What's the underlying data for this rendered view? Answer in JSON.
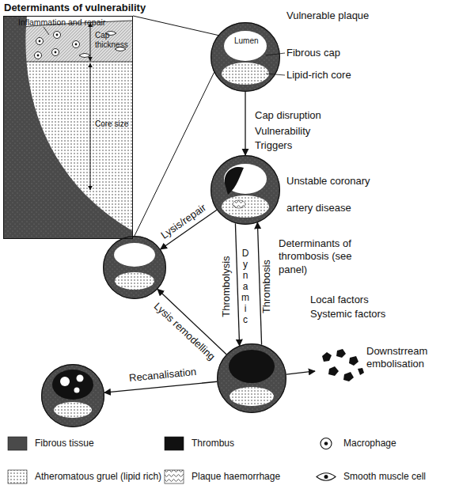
{
  "diagram": {
    "nodes": [
      {
        "text": [
          "Determinants of vulnerability",
          "Inflammation and repair",
          "Cap thickness",
          "Core size"
        ]
      },
      {
        "text": [
          "Vulnerable plaque",
          "Lumen",
          "Fibrous cap",
          "Lipid-rich core"
        ]
      },
      {
        "text": [
          "Unstable coronary artery disease"
        ]
      },
      {
        "text": []
      },
      {
        "text": []
      },
      {
        "text": []
      },
      {
        "text": [
          "Downstrream embolisation"
        ]
      }
    ],
    "edges": [
      {
        "from": 1,
        "to": 2,
        "arrow": "to",
        "label": "Cap disruption"
      },
      {
        "from": 2,
        "to": 3,
        "arrow": "to",
        "label": "Lysis/repair"
      },
      {
        "from": 2,
        "to": 4,
        "arrow": "to",
        "label": "Thrombolysis"
      },
      {
        "from": 4,
        "to": 2,
        "arrow": "to",
        "label": "Thrombosis"
      },
      {
        "from": 4,
        "to": 3,
        "arrow": "to",
        "label": "Lysis remodelling"
      },
      {
        "from": 4,
        "to": 5,
        "arrow": "to",
        "label": "Recanalisation"
      },
      {
        "from": 4,
        "to": 6,
        "arrow": "to"
      }
    ],
    "labels": [
      "Vulnerability",
      "Triggers",
      "Dynamic",
      "Determinants of thrombosis (see panel)",
      "Local factors",
      "Systemic factors"
    ],
    "legend": [
      {
        "text": "Fibrous tissue",
        "color": "#4a4a4a"
      },
      {
        "text": "Thrombus",
        "color": "#111111"
      },
      {
        "text": "Macrophage"
      },
      {
        "text": "Atheromatous gruel (lipid rich)"
      },
      {
        "text": "Plaque haemorrhage"
      },
      {
        "text": "Smooth muscle cell"
      }
    ]
  }
}
